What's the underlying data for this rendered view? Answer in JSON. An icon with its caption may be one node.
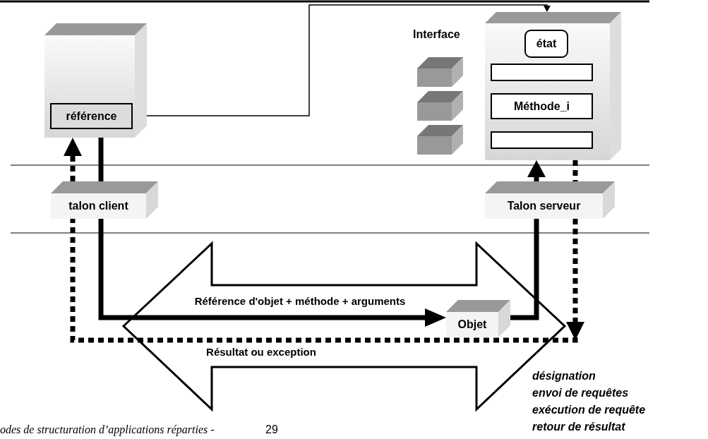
{
  "diagram": {
    "nodes": [
      {
        "text": [],
        "shape": "box"
      },
      {
        "text": [
          "référence"
        ],
        "in": 0
      },
      {
        "text": [],
        "shape": "box"
      },
      {
        "text": [],
        "shape": "box"
      },
      {
        "text": [],
        "shape": "box"
      },
      {
        "text": [],
        "shape": "box"
      },
      {
        "text": [
          "état"
        ],
        "in": 5
      },
      {
        "text": [],
        "shape": "box",
        "in": 5
      },
      {
        "text": [
          "Méthode_i"
        ],
        "in": 5
      },
      {
        "text": [],
        "shape": "box",
        "in": 5
      },
      {
        "text": [
          "talon client"
        ]
      },
      {
        "text": [
          "Talon serveur"
        ]
      },
      {
        "text": [
          "Objet"
        ]
      }
    ],
    "edges": [
      {
        "from": 1,
        "to": 5,
        "arrow": "to"
      },
      {
        "from": 0,
        "to": 10,
        "arrow": "none"
      },
      {
        "from": 10,
        "to": 12,
        "arrow": "to",
        "label": "Référence d'objet + méthode + arguments"
      },
      {
        "from": 12,
        "to": 11,
        "arrow": "none"
      },
      {
        "from": 11,
        "to": 5,
        "arrow": "to"
      },
      {
        "from": 5,
        "to": 11,
        "arrow": "none",
        "style": "dashed"
      },
      {
        "from": 11,
        "to": 10,
        "arrow": "to",
        "style": "dashed",
        "label": "Résultat ou exception"
      },
      {
        "from": 10,
        "to": 0,
        "arrow": "to",
        "style": "dashed"
      }
    ],
    "labels": [
      "Interface",
      "désignation",
      "envoi de requêtes",
      "exécution de requête",
      "retour de résultat",
      "odes de structuration d’applications réparties -",
      "29"
    ]
  }
}
